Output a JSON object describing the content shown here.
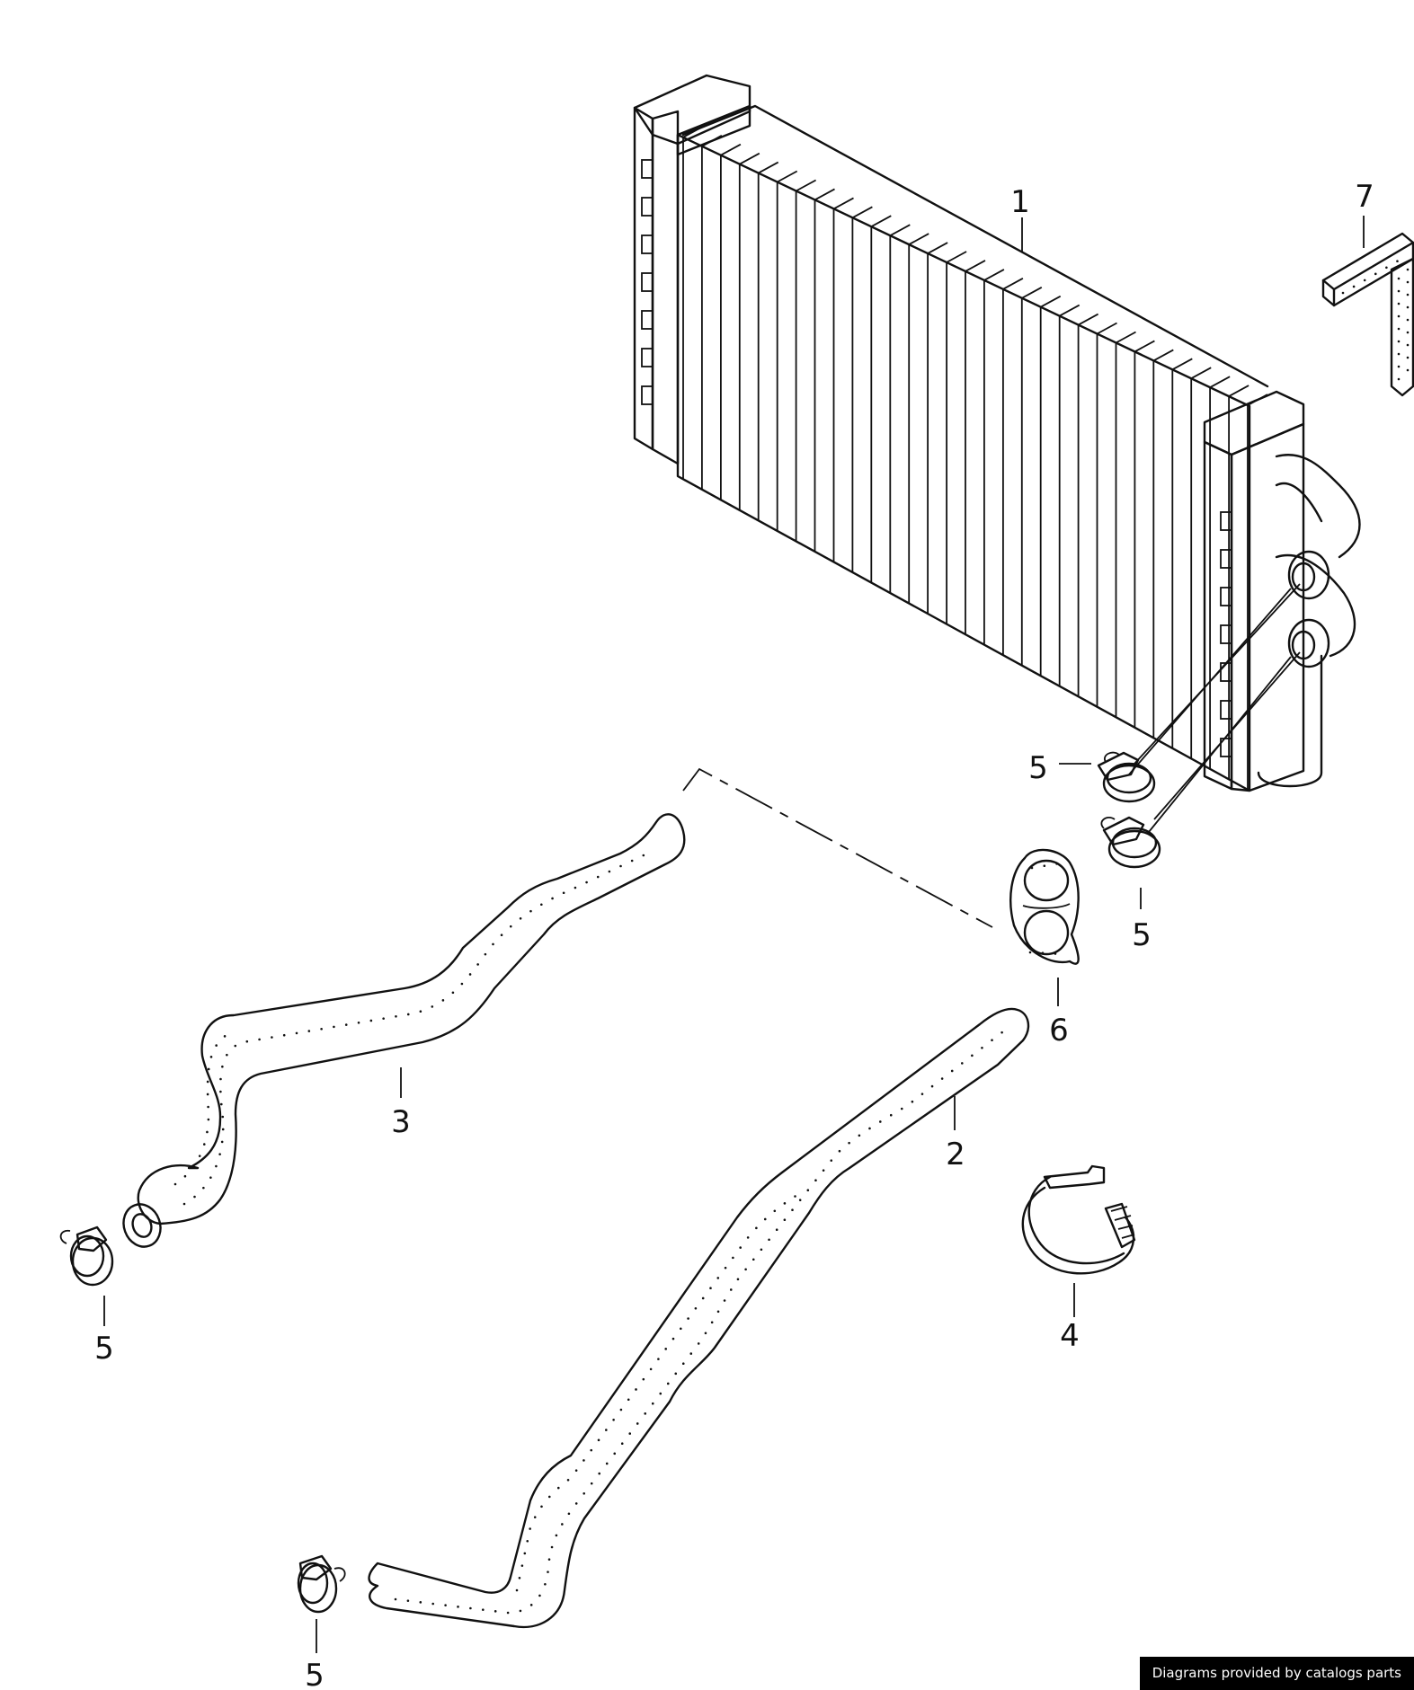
{
  "callouts": [
    {
      "id": "c1",
      "label": "1"
    },
    {
      "id": "c2",
      "label": "2"
    },
    {
      "id": "c3",
      "label": "3"
    },
    {
      "id": "c4",
      "label": "4"
    },
    {
      "id": "c5a",
      "label": "5"
    },
    {
      "id": "c5b",
      "label": "5"
    },
    {
      "id": "c5c",
      "label": "5"
    },
    {
      "id": "c5d",
      "label": "5"
    },
    {
      "id": "c6",
      "label": "6"
    },
    {
      "id": "c7",
      "label": "7"
    }
  ],
  "credit_text": "Diagrams provided by catalogs parts"
}
